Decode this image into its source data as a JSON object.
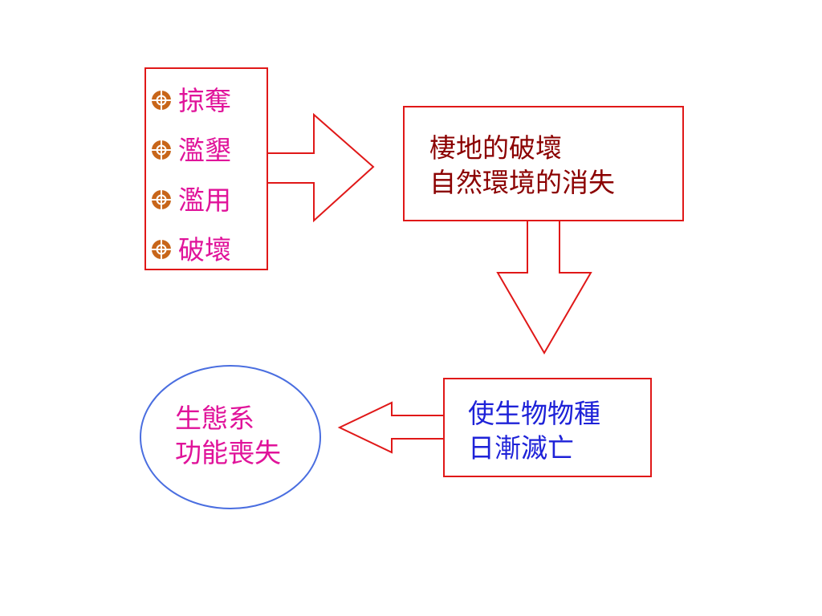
{
  "colors": {
    "border_red": "#e01818",
    "ellipse_blue": "#4a6ee0",
    "magenta_text": "#e0139a",
    "dark_red_text": "#8b0000",
    "blue_text": "#1e22d8",
    "bullet_fill": "#c8661a"
  },
  "icons": {
    "bullet": "circle-cross-bullet-icon"
  },
  "causes": {
    "items": [
      {
        "label": "掠奪"
      },
      {
        "label": "濫墾"
      },
      {
        "label": "濫用"
      },
      {
        "label": "破壞"
      }
    ]
  },
  "effect_box": {
    "line1": "棲地的破壞",
    "line2": "自然環境的消失"
  },
  "species_box": {
    "line1": "使生物物種",
    "line2": "日漸滅亡"
  },
  "ecosystem": {
    "line1": "生態系",
    "line2": "功能喪失"
  }
}
